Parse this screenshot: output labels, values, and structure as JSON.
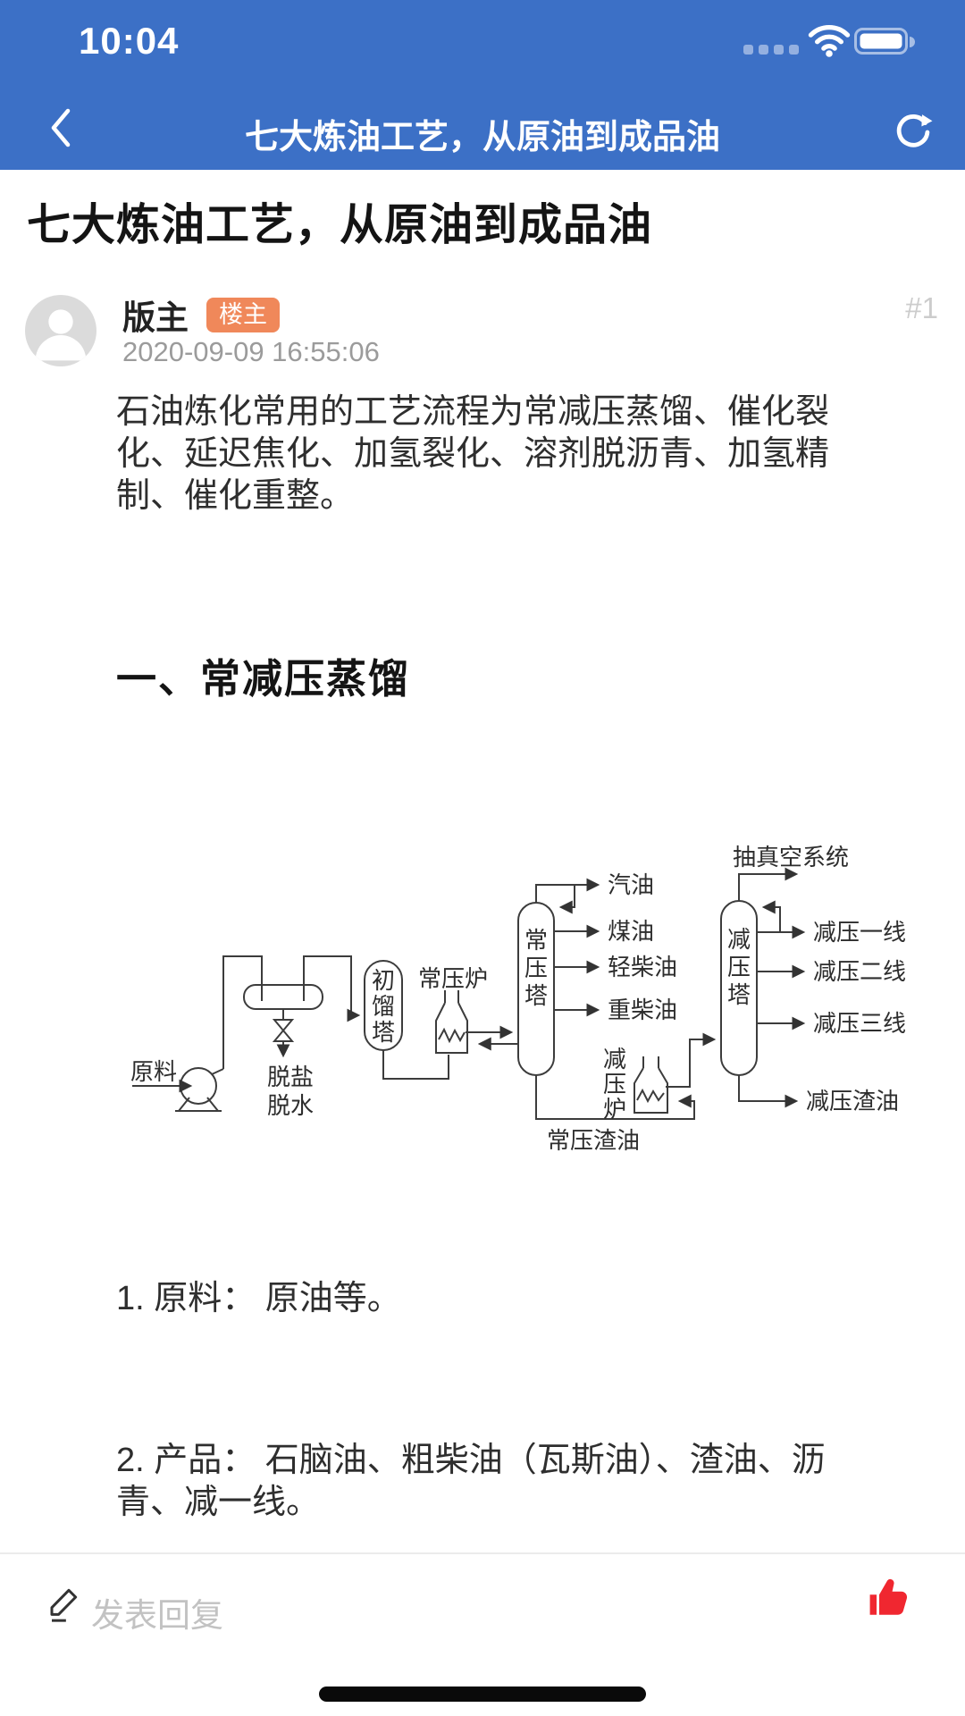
{
  "status_bar": {
    "time": "10:04"
  },
  "nav": {
    "title": "七大炼油工艺，从原油到成品油"
  },
  "post": {
    "title": "七大炼油工艺，从原油到成品油",
    "author": "版主",
    "badge": "楼主",
    "floor": "#1",
    "date": "2020-09-09 16:55:06",
    "body": "石油炼化常用的工艺流程为常减压蒸馏、催化裂\n化、延迟焦化、加氢裂化、溶剂脱沥青、加氢精\n制、催化重整。",
    "section_heading": "一、常减压蒸馏",
    "point1": "1. 原料： 原油等。",
    "point2": "2. 产品： 石脑油、粗柴油（瓦斯油）、渣油、沥\n青、减一线。"
  },
  "diagram": {
    "labels": {
      "feed": "原料",
      "desalt1": "脱盐",
      "desalt2": "脱水",
      "initial_tower": "初馏塔",
      "atm_furnace": "常压炉",
      "atm_tower": "常压塔",
      "gasoline": "汽油",
      "kerosene": "煤油",
      "light_diesel": "轻柴油",
      "heavy_diesel": "重柴油",
      "atm_residue": "常压渣油",
      "vac_furnace": "减压炉",
      "vac_tower": "减压塔",
      "vacuum_system": "抽真空系统",
      "vac_line1": "减压一线",
      "vac_line2": "减压二线",
      "vac_line3": "减压三线",
      "vac_residue": "减压渣油"
    }
  },
  "reply_bar": {
    "placeholder": "发表回复"
  },
  "icons": {
    "back": "chevron-left-icon",
    "refresh": "refresh-icon",
    "wifi": "wifi-icon",
    "battery": "battery-icon",
    "signal": "signal-dots-icon",
    "compose": "pencil-icon",
    "like": "thumbs-up-icon"
  },
  "colors": {
    "header_blue": "#3C70C6",
    "badge_orange": "#F0885A",
    "like_red": "#F02730"
  }
}
